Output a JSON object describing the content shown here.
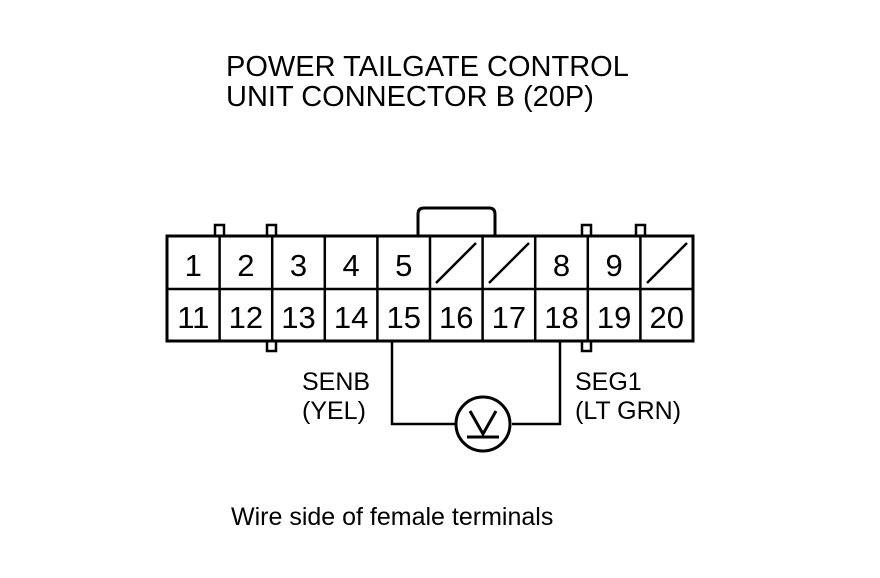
{
  "title": {
    "line1": "POWER TAILGATE CONTROL",
    "line2": "UNIT CONNECTOR B (20P)"
  },
  "connector": {
    "top_row": [
      "1",
      "2",
      "3",
      "4",
      "5",
      "",
      "",
      "8",
      "9",
      ""
    ],
    "bottom_row": [
      "11",
      "12",
      "13",
      "14",
      "15",
      "16",
      "17",
      "18",
      "19",
      "20"
    ],
    "empty_cavities": [
      6,
      7,
      10
    ]
  },
  "probes": {
    "left": {
      "name": "SENB",
      "color": "(YEL)",
      "pin": "15"
    },
    "right": {
      "name": "SEG1",
      "color": "(LT GRN)",
      "pin": "18"
    },
    "meter_icon": "voltmeter-icon"
  },
  "footer": "Wire side of female terminals"
}
